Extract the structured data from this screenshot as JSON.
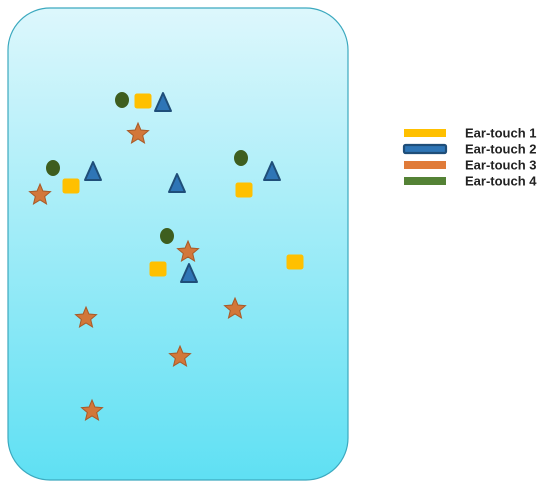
{
  "legend": {
    "placement": "right",
    "entries": [
      {
        "label": "Ear-touch 1",
        "color": "#FFC000",
        "marker": "square"
      },
      {
        "label": "Ear-touch 2",
        "color": "#2E75B6",
        "marker": "triangle"
      },
      {
        "label": "Ear-touch 3",
        "color": "#E07B39",
        "marker": "star"
      },
      {
        "label": "Ear-touch 4",
        "color": "#548235",
        "marker": "circle"
      }
    ]
  },
  "arena": {
    "fill_top": "#DDF7FC",
    "fill_bottom": "#5FE0F3",
    "stroke": "#3CA9BF"
  },
  "colors": {
    "square_fill": "#FFC000",
    "triangle_fill": "#2E75B6",
    "triangle_stroke": "#1F4E79",
    "star_fill": "#D2773A",
    "star_stroke": "#A85A28",
    "circle_fill": "#3E5E1F"
  }
}
